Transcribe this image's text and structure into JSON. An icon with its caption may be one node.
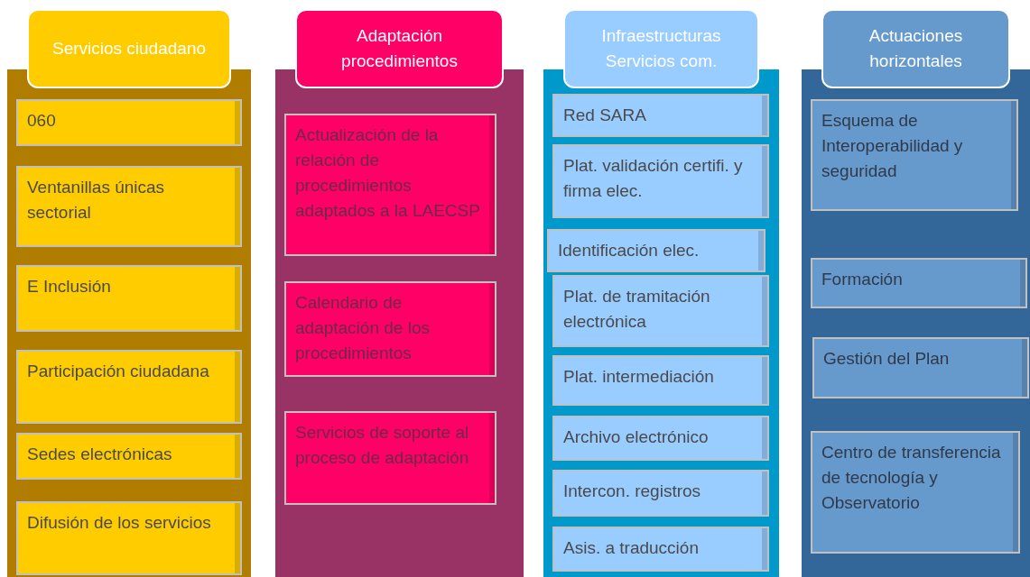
{
  "diagram": {
    "nodes": [
      {
        "text": [
          "Servicios ciudadano"
        ]
      },
      {
        "text": [
          "060"
        ],
        "in": 0
      },
      {
        "text": [
          "Ventanillas únicas sectorial"
        ],
        "in": 0
      },
      {
        "text": [
          "E Inclusión"
        ],
        "in": 0
      },
      {
        "text": [
          "Participación ciudadana"
        ],
        "in": 0
      },
      {
        "text": [
          "Sedes electrónicas"
        ],
        "in": 0
      },
      {
        "text": [
          "Difusión de los servicios"
        ],
        "in": 0
      },
      {
        "text": [
          "Adaptación procedimientos"
        ]
      },
      {
        "text": [
          "Actualización de la relación de procedimientos adaptados a la LAECSP"
        ],
        "in": 7
      },
      {
        "text": [
          "Calendario de adaptación de los procedimientos"
        ],
        "in": 7
      },
      {
        "text": [
          "Servicios de soporte al proceso de adaptación"
        ],
        "in": 7
      },
      {
        "text": [
          "Infraestructuras Servicios com."
        ]
      },
      {
        "text": [
          "Red SARA"
        ],
        "in": 11
      },
      {
        "text": [
          "Plat. validación certifi. y firma elec."
        ],
        "in": 11
      },
      {
        "text": [
          "Identificación  elec."
        ],
        "in": 11
      },
      {
        "text": [
          "Plat. de tramitación electrónica"
        ],
        "in": 11
      },
      {
        "text": [
          "Plat. intermediación"
        ],
        "in": 11
      },
      {
        "text": [
          "Archivo electrónico"
        ],
        "in": 11
      },
      {
        "text": [
          "Intercon.  registros"
        ],
        "in": 11
      },
      {
        "text": [
          "Asis. a traducción"
        ],
        "in": 11
      },
      {
        "text": [
          "Actuaciones horizontales"
        ]
      },
      {
        "text": [
          "Esquema de Interoperabilidad y seguridad"
        ],
        "in": 20
      },
      {
        "text": [
          "Formación"
        ],
        "in": 20
      },
      {
        "text": [
          "Gestión del Plan"
        ],
        "in": 20
      },
      {
        "text": [
          "Centro de transferencia de tecnología y Observatorio"
        ],
        "in": 20
      }
    ]
  }
}
